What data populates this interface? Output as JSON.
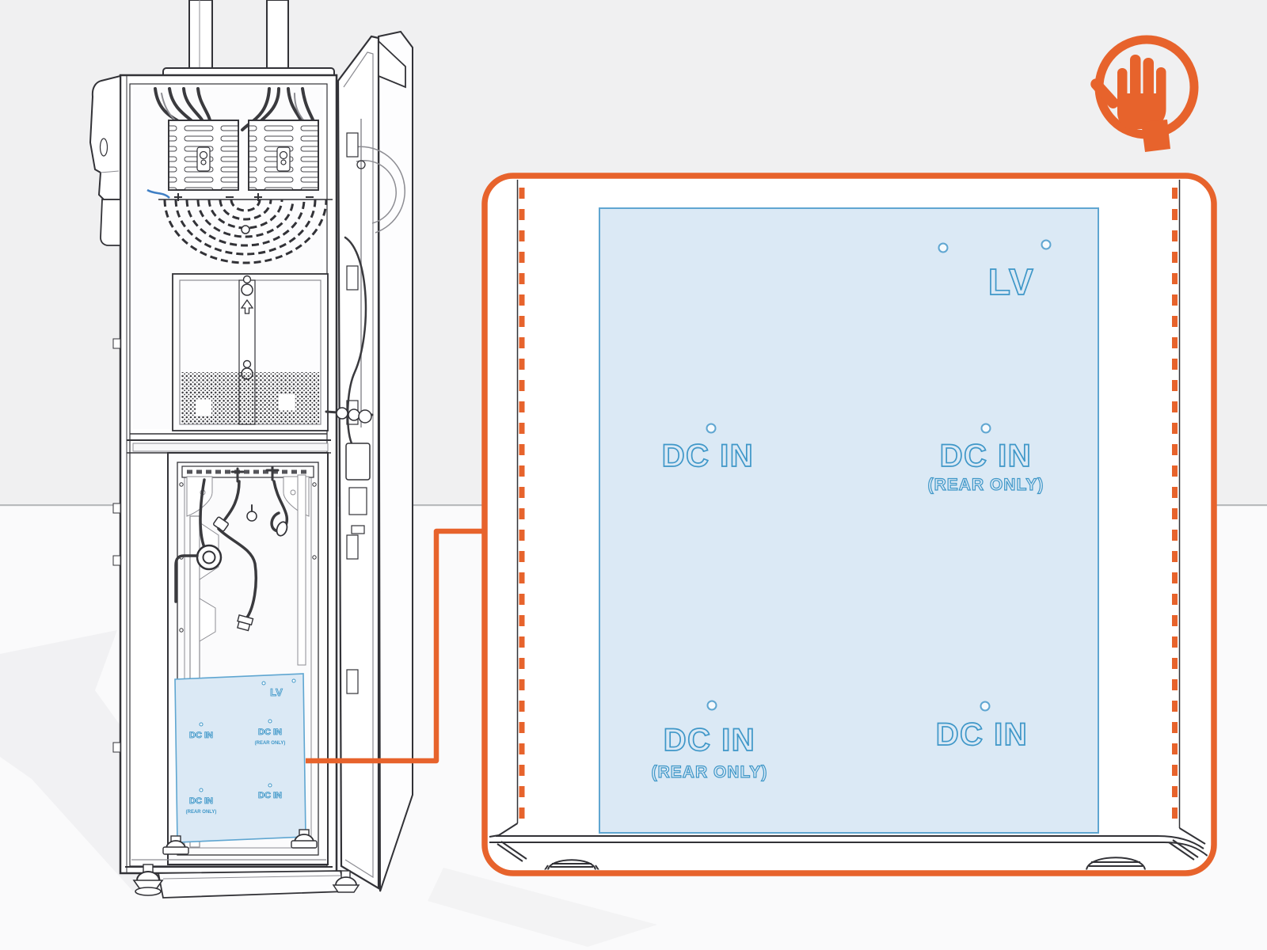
{
  "illustration": {
    "scene": "equipment-cabinet-with-dc-in-panel-detail-callout",
    "colors": {
      "accent_orange": "#E7632C",
      "panel_fill": "#DBE9F5",
      "panel_stroke": "#5FA6D1",
      "label_blue": "#3F97C8",
      "wall_gray": "#F0F0F1",
      "floor_white": "#FAFAFB",
      "line_dark": "#323237",
      "line_gray": "#8D8D93"
    },
    "icons": {
      "hand": "stop-hand-icon"
    },
    "detail_panel": {
      "labels": {
        "top_right": "LV",
        "middle_left": "DC IN",
        "middle_right": "DC IN",
        "middle_right_sub": "(REAR ONLY)",
        "bottom_left": "DC IN",
        "bottom_left_sub": "(REAR ONLY)",
        "bottom_right": "DC IN"
      }
    },
    "cabinet_panel": {
      "labels": {
        "top_right": "LV",
        "middle_left": "DC IN",
        "middle_right": "DC IN",
        "middle_right_sub": "(REAR ONLY)",
        "bottom_left": "DC IN",
        "bottom_left_sub": "(REAR ONLY)",
        "bottom_right": "DC IN"
      }
    }
  }
}
